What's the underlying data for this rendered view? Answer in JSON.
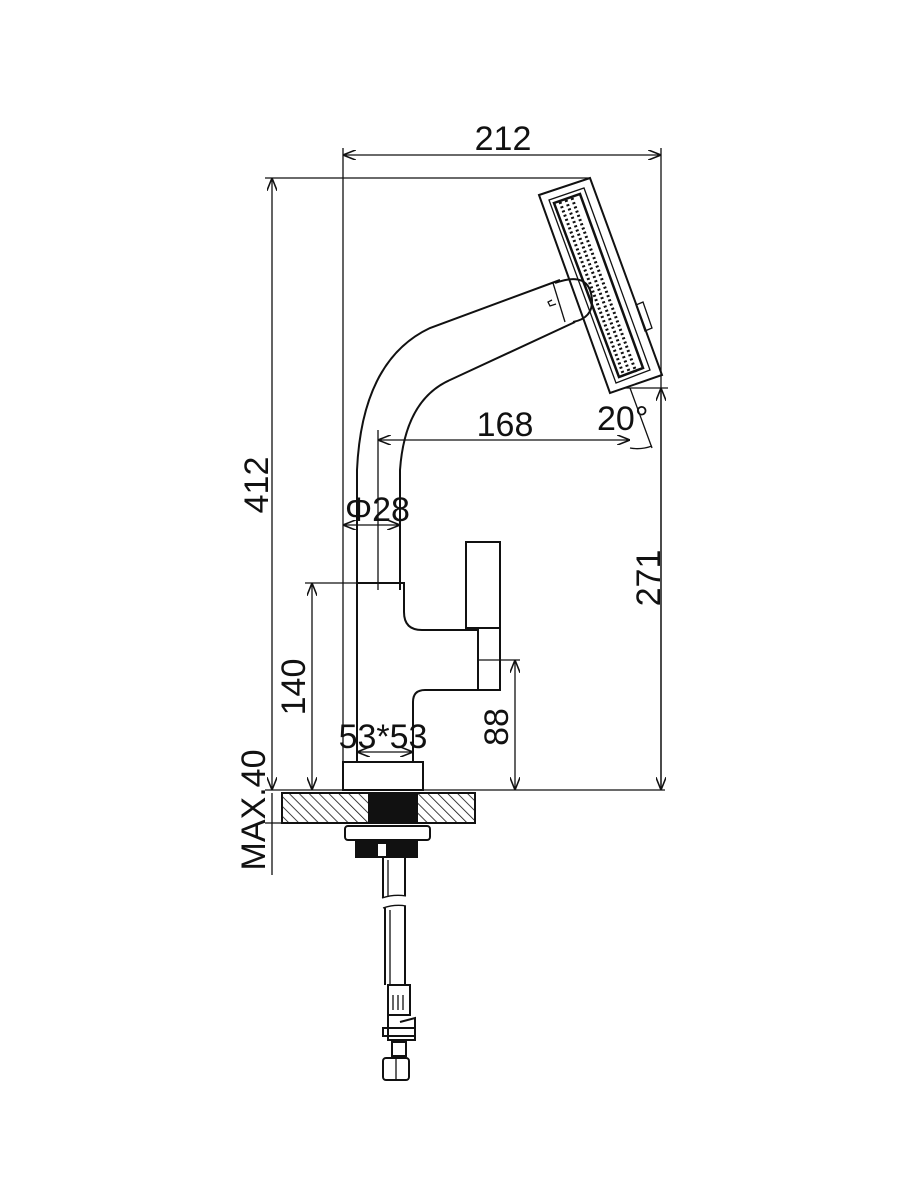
{
  "drawing": {
    "subject": "faucet-side-view",
    "line_color": "#111111",
    "dimensions": {
      "overall_width": "212",
      "overall_height": "412",
      "spout_reach": "168",
      "head_angle": "20°",
      "spout_height": "271",
      "spout_diameter": "Φ28",
      "body_height": "140",
      "handle_height": "88",
      "base_size": "53*53",
      "max_deck_thickness": "MAX.40"
    }
  }
}
